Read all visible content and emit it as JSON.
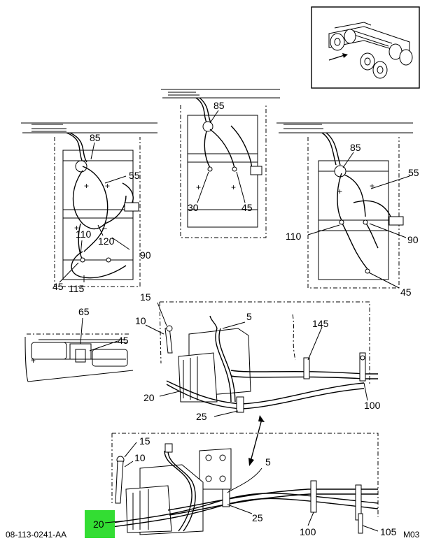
{
  "document_id": "08-113-0241-AA",
  "sheet_code": "M03",
  "highlight": {
    "label": "20",
    "color": "#33dd33"
  },
  "callouts": {
    "top_left": [
      "85",
      "55",
      "120",
      "110",
      "90",
      "45",
      "115"
    ],
    "top_center": [
      "85",
      "30",
      "45"
    ],
    "top_right": [
      "85",
      "55",
      "110",
      "90",
      "45"
    ],
    "detail": [
      "65",
      "45"
    ],
    "middle_starter": [
      "15",
      "10",
      "5",
      "145",
      "20",
      "25",
      "100"
    ],
    "bottom_starter": [
      "15",
      "10",
      "5",
      "20",
      "25",
      "100",
      "105"
    ]
  }
}
